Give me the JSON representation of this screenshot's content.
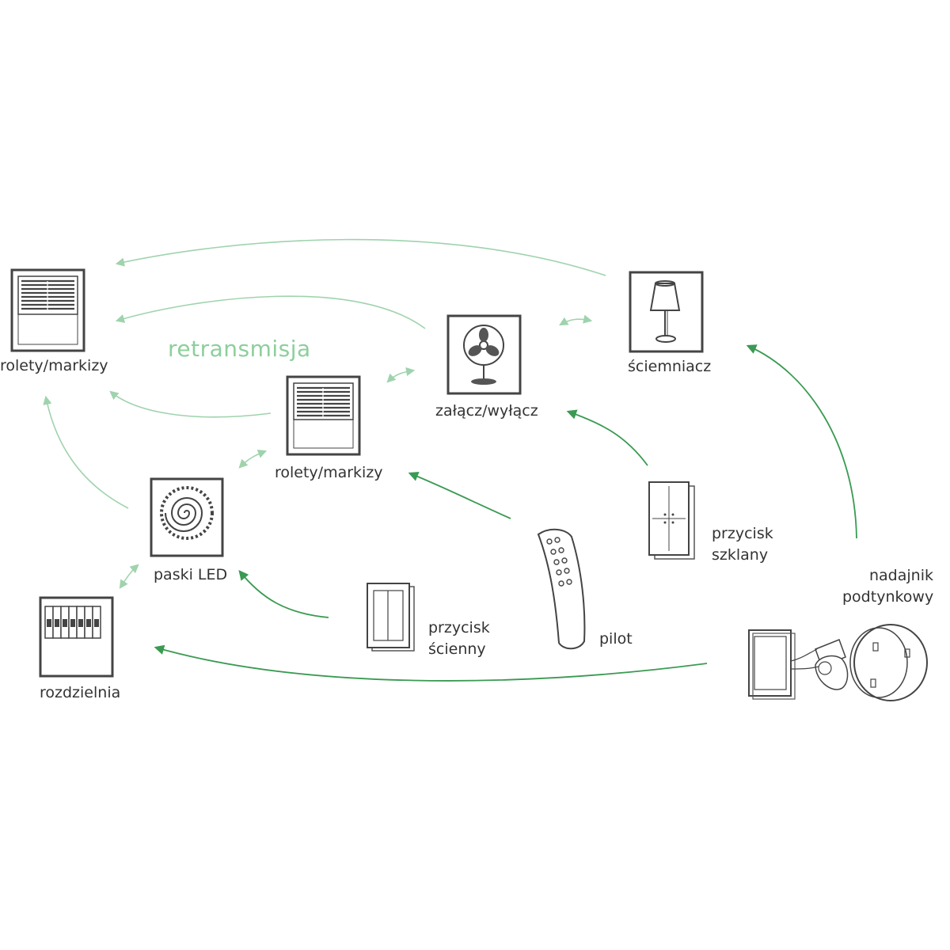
{
  "labels": {
    "retransmission": "retransmisja",
    "blinds_left": "rolety/markizy",
    "blinds_center": "rolety/markizy",
    "switch_onoff": "załącz/wyłącz",
    "dimmer": "ściemniacz",
    "led_strips": "paski LED",
    "distribution_board": "rozdzielnia",
    "wall_button": [
      "przycisk",
      "ścienny"
    ],
    "glass_button": [
      "przycisk",
      "szklany"
    ],
    "remote": "pilot",
    "flush_transmitter": [
      "nadajnik",
      "podtynkowy"
    ]
  },
  "colors": {
    "link_dark": "#3a9a52",
    "link_light": "#9fd3ad",
    "outline": "#444444",
    "label_text": "#333333",
    "retransmission_text": "#8ccf9c"
  },
  "icons": {
    "blinds_left": "roller-blind-icon",
    "blinds_center": "roller-blind-icon",
    "switch_onoff": "fan-icon",
    "dimmer": "lamp-icon",
    "led_strips": "led-spiral-icon",
    "distribution_board": "circuit-breaker-icon",
    "wall_button": "wall-switch-icon",
    "glass_button": "glass-switch-icon",
    "remote": "remote-control-icon",
    "flush_transmitter": "flush-transmitter-icon"
  }
}
